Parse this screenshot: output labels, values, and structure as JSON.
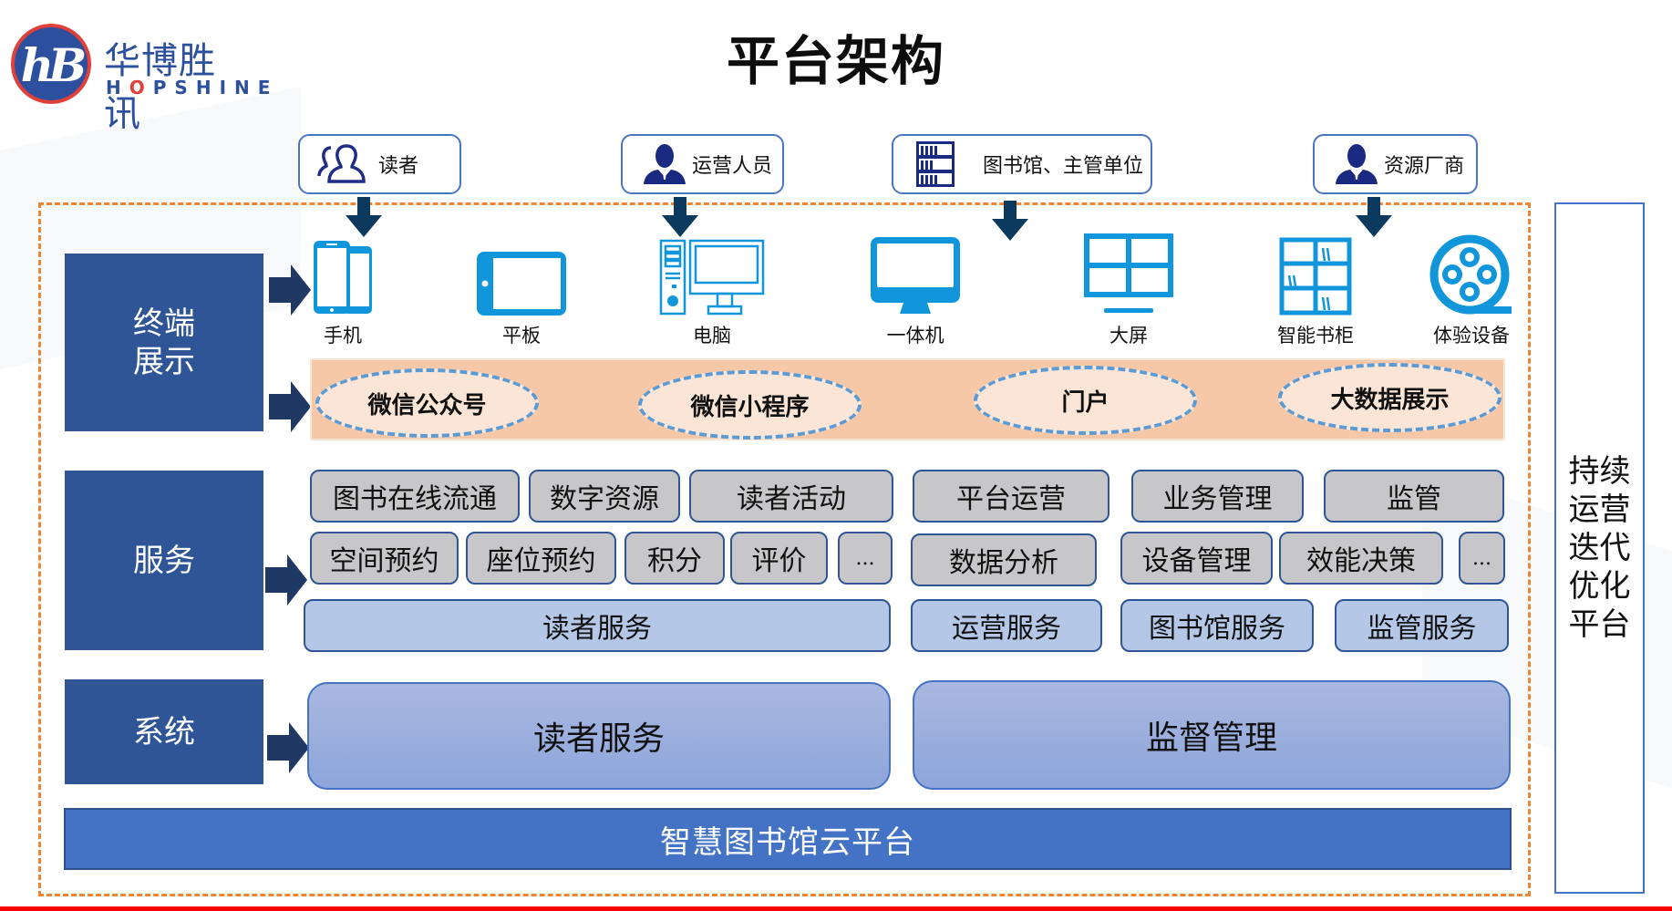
{
  "header": {
    "title": "平台架构",
    "logo": {
      "mark_text": "hB",
      "cn_name": "华博胜讯",
      "en_name_pre": "H",
      "en_name_o": "O",
      "en_name_post": "PSHINE"
    }
  },
  "personas": [
    {
      "label": "读者",
      "icon": "readers-group-icon"
    },
    {
      "label": "运营人员",
      "icon": "operator-person-icon"
    },
    {
      "label": "图书馆、主管单位",
      "icon": "library-shelf-icon"
    },
    {
      "label": "资源厂商",
      "icon": "vendor-person-icon"
    }
  ],
  "layers": {
    "terminal": "终端\n展示",
    "terminal_lines": [
      "终端",
      "展示"
    ],
    "service": "服务",
    "system": "系统"
  },
  "devices": [
    {
      "label": "手机",
      "icon": "smartphone-icon"
    },
    {
      "label": "平板",
      "icon": "tablet-icon"
    },
    {
      "label": "电脑",
      "icon": "desktop-computer-icon"
    },
    {
      "label": "一体机",
      "icon": "all-in-one-monitor-icon"
    },
    {
      "label": "大屏",
      "icon": "large-screen-icon"
    },
    {
      "label": "智能书柜",
      "icon": "smart-bookcase-icon"
    },
    {
      "label": "体验设备",
      "icon": "experience-device-icon"
    }
  ],
  "channels": [
    "微信公众号",
    "微信小程序",
    "门户",
    "大数据展示"
  ],
  "services": {
    "reader_row1": [
      "图书在线流通",
      "数字资源",
      "读者活动"
    ],
    "reader_row2": [
      "空间预约",
      "座位预约",
      "积分",
      "评价",
      "..."
    ],
    "ops_row1": [
      "平台运营",
      "业务管理",
      "监管"
    ],
    "ops_row2": [
      "数据分析",
      "设备管理",
      "效能决策",
      "..."
    ],
    "groups": [
      "读者服务",
      "运营服务",
      "图书馆服务",
      "监管服务"
    ]
  },
  "systems": [
    "读者服务",
    "监督管理"
  ],
  "platform": "智慧图书馆云平台",
  "side_panel": [
    "持续",
    "运营",
    "迭代",
    "优化",
    "平台"
  ],
  "colors": {
    "layer_blue": "#2f5597",
    "device_blue": "#1296db",
    "frame_orange": "#ee8434",
    "channel_band": "#f6c8a8",
    "service_gray": "#c7c7c9",
    "group_blue": "#b4c7e7",
    "platform_blue": "#4472c4",
    "accent_red": "#ff0000"
  }
}
